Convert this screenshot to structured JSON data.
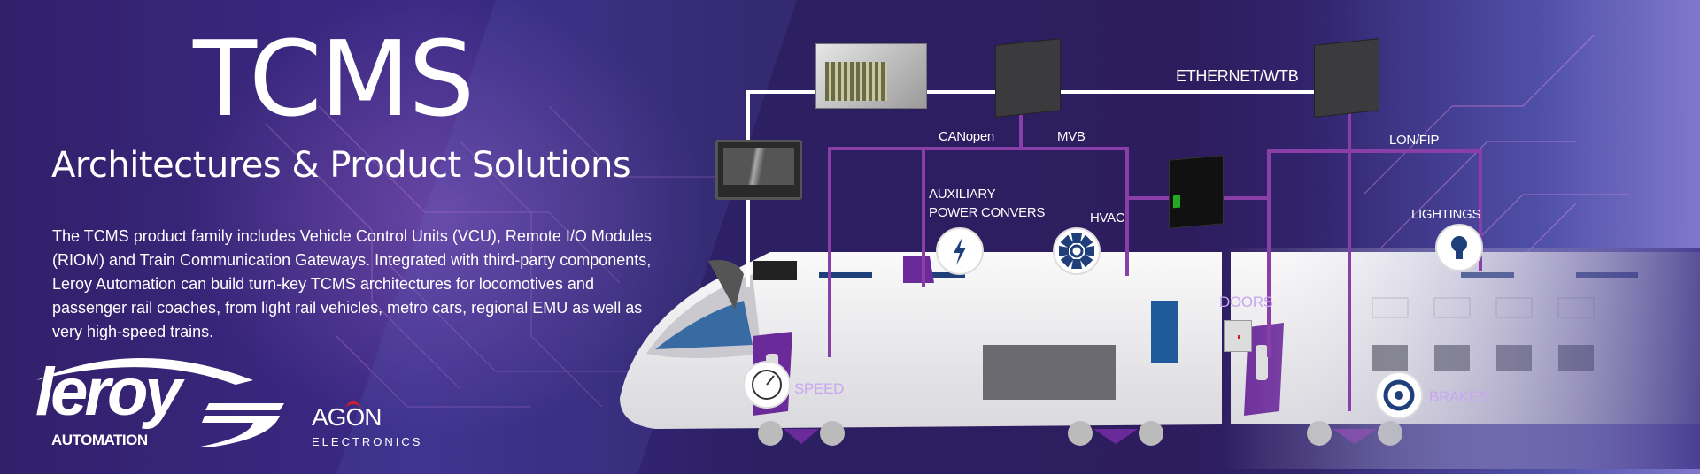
{
  "header": {
    "title": "TCMS",
    "subtitle": "Architectures & Product Solutions"
  },
  "description": "The TCMS product family includes Vehicle Control Units (VCU), Remote I/O Modules (RIOM) and Train Communication Gateways.  Integrated with third-party components, Leroy Automation can build turn-key TCMS architectures for locomotives and passenger rail coaches, from light rail vehicles, metro cars, regional EMU as well as very high-speed trains.",
  "logos": {
    "leroy": {
      "name": "leroy",
      "sub": "AUTOMATION"
    },
    "agon": {
      "name": "AGON",
      "sub": "ELECTRONICS"
    }
  },
  "network_labels": {
    "ethernet": "ETHERNET/WTB",
    "canopen": "CANopen",
    "mvb": "MVB",
    "lonfip": "LON/FIP"
  },
  "subsystems": {
    "aux_line1": "AUXILIARY",
    "aux_line2": "POWER CONVERS",
    "hvac": "HVAC",
    "lightings": "LIGHTINGS",
    "doors": "DOORS",
    "speed": "SPEED",
    "brakes": "BRAKES"
  },
  "colors": {
    "background": "#2d1d5e",
    "bus_purple": "#8a3fa8",
    "ethernet_white": "#ffffff",
    "train_purple": "#6b2a9a"
  }
}
